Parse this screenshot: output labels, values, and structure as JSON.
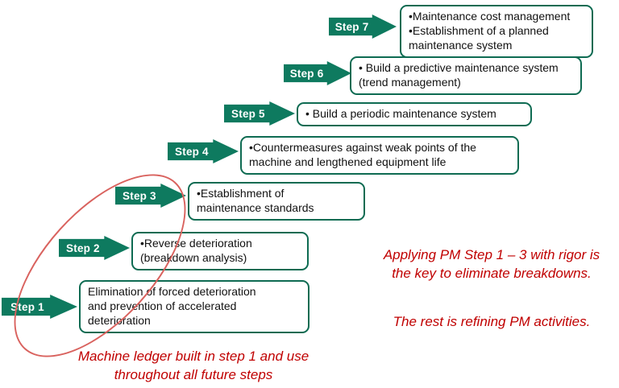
{
  "colors": {
    "arrow_green": "#0e7a5f",
    "box_border": "#0e6b52",
    "annotation_red": "#c00000",
    "ellipse_red": "#d9625e",
    "box_text": "#111111",
    "arrow_label": "#ffffff"
  },
  "steps": [
    {
      "label": "Step 1",
      "text": "Elimination of forced deterioration\nand prevention of accelerated\ndeterioration"
    },
    {
      "label": "Step 2",
      "text": "•Reverse deterioration\n(breakdown analysis)"
    },
    {
      "label": "Step 3",
      "text": "•Establishment of\nmaintenance standards"
    },
    {
      "label": "Step 4",
      "text": "•Countermeasures against weak points of the\nmachine and lengthened equipment life"
    },
    {
      "label": "Step 5",
      "text": "• Build a periodic maintenance system"
    },
    {
      "label": "Step 6",
      "text": "• Build a predictive maintenance system\n(trend management)"
    },
    {
      "label": "Step 7",
      "text": "•Maintenance cost management\n•Establishment of a planned\nmaintenance system"
    }
  ],
  "annotations": {
    "right_1": "Applying PM Step 1 – 3 with rigor is\nthe key to eliminate breakdowns.",
    "right_2": "The rest is refining PM activities.",
    "bottom": "Machine ledger built in step 1 and use\nthroughout all future steps"
  }
}
